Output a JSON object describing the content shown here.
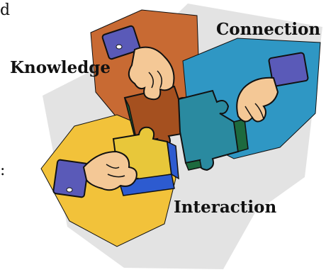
{
  "labels": {
    "connection": "Connection",
    "knowledge": "Knowledge",
    "interaction": "Interaction"
  },
  "edge_text": {
    "top": "d",
    "middle": ":"
  },
  "colors": {
    "background_shape": "#e3e3e3",
    "knowledge_panel": "#c86a33",
    "connection_panel": "#2f97c4",
    "interaction_panel": "#f2c23a",
    "knowledge_piece": "#a5501f",
    "connection_piece": "#2a8aa0",
    "interaction_piece": "#e8c73a",
    "piece_green": "#1d6a3e",
    "interaction_blue": "#2d5bd0",
    "sleeve": "#5a5ab8",
    "skin": "#f4c896",
    "outline": "#111111"
  },
  "icons": [
    "hand-icon",
    "puzzle-piece-icon"
  ]
}
